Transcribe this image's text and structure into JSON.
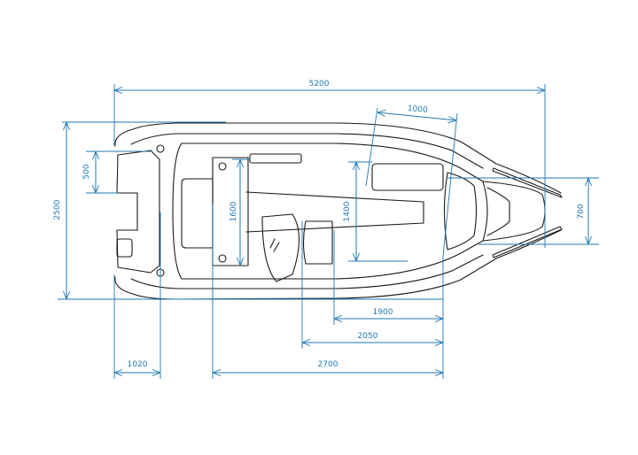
{
  "diagram": {
    "subject": "boat-top-view",
    "dimension_color": "#1f77b4",
    "outline_color": "#1a1a1a",
    "dimensions": {
      "overall_length": "5200",
      "overall_beam": "2500",
      "bow_locker_length": "1000",
      "transom_step": "500",
      "bow_width": "700",
      "cockpit_width": "1600",
      "console_width": "1400",
      "console_to_bow": "1900",
      "seat_to_bow": "2050",
      "transom_depth": "1020",
      "deck_length": "2700"
    }
  }
}
